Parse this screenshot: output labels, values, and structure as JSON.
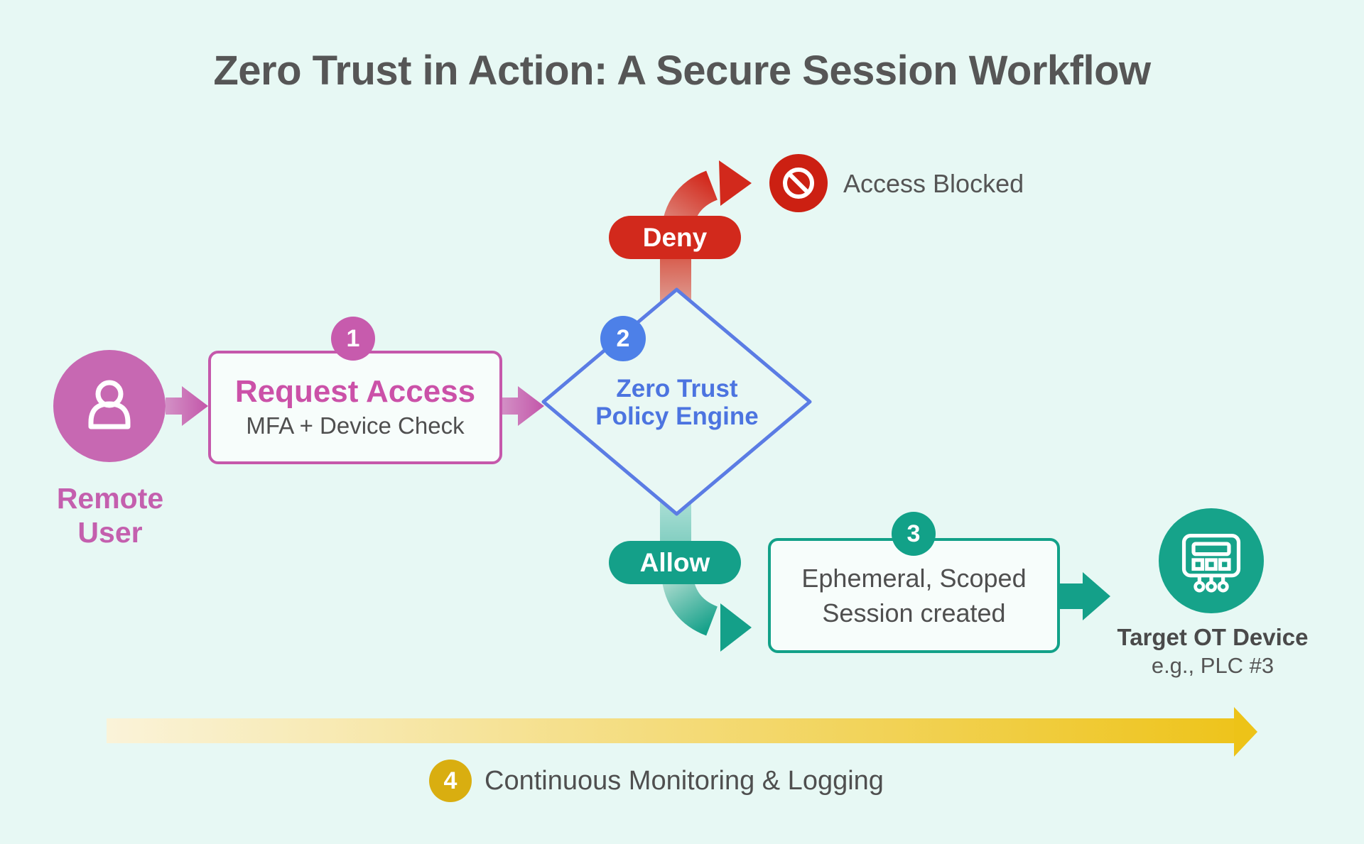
{
  "title": "Zero Trust in Action: A Secure Session Workflow",
  "nodes": {
    "remote_user": {
      "label_line1": "Remote",
      "label_line2": "User"
    },
    "request_access": {
      "step": "1",
      "title": "Request Access",
      "subtitle": "MFA + Device Check"
    },
    "policy_engine": {
      "step": "2",
      "title_line1": "Zero Trust",
      "title_line2": "Policy Engine"
    },
    "deny_branch": {
      "pill_label": "Deny",
      "result_label": "Access Blocked"
    },
    "allow_branch": {
      "pill_label": "Allow"
    },
    "session": {
      "step": "3",
      "line1": "Ephemeral, Scoped",
      "line2": "Session created"
    },
    "target_device": {
      "title": "Target OT Device",
      "subtitle": "e.g., PLC #3"
    },
    "monitoring": {
      "step": "4",
      "label": "Continuous Monitoring & Logging"
    }
  },
  "colors": {
    "background": "#e7f8f4",
    "pink": "#c768b2",
    "pink_border": "#c558ab",
    "blue": "#4d80e8",
    "blue_stroke": "#5b7ce4",
    "red": "#d2291c",
    "teal": "#14a089",
    "gold": "#eec41c",
    "gold_badge": "#d9ae10",
    "text_gray": "#4f4f4f"
  }
}
